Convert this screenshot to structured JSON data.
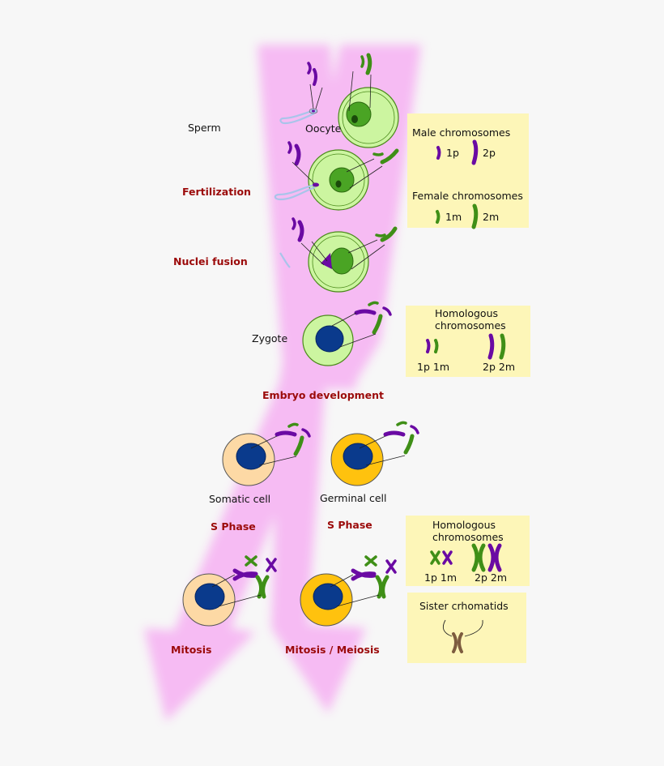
{
  "labels": {
    "sperm": "Sperm",
    "oocyte": "Oocyte",
    "zygote": "Zygote",
    "somatic_cell": "Somatic cell",
    "germinal_cell": "Germinal cell"
  },
  "stages": {
    "fertilization": "Fertilization",
    "nuclei_fusion": "Nuclei fusion",
    "embryo_development": "Embryo development",
    "s_phase_left": "S Phase",
    "s_phase_right": "S Phase",
    "mitosis": "Mitosis",
    "mitosis_meiosis": "Mitosis / Meiosis"
  },
  "legend_parents": {
    "male_title": "Male chromosomes",
    "male_1": "1p",
    "male_2": "2p",
    "female_title": "Female chromosomes",
    "female_1": "1m",
    "female_2": "2m"
  },
  "legend_homologous_1": {
    "title_line1": "Homologous",
    "title_line2": "chromosomes",
    "pair_1": "1p 1m",
    "pair_2": "2p 2m"
  },
  "legend_homologous_2": {
    "title_line1": "Homologous",
    "title_line2": "chromosomes",
    "pair_1": "1p 1m",
    "pair_2": "2p 2m"
  },
  "legend_sister": {
    "title": "Sister crhomatids"
  },
  "colors": {
    "arrow": "#f6b8f3",
    "male_chromosome": "#6a0aa3",
    "female_chromosome": "#3f8f17",
    "oocyte_fill": "#ccf5a0",
    "oocyte_nucleus": "#4aa424",
    "zygote_nucleus": "#0a3a8c",
    "somatic_fill": "#fdd9a5",
    "germinal_fill": "#ffc20e",
    "legend_box": "#fdf6b8",
    "stage_text": "#9b0a0a"
  }
}
